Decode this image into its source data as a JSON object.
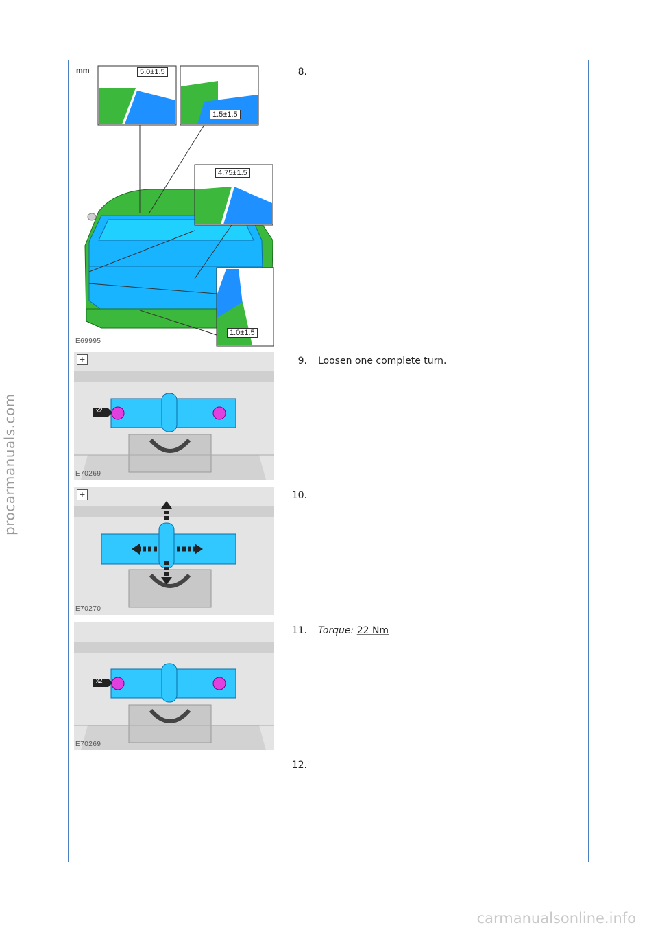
{
  "side_watermark": "procarmanuals.com",
  "bottom_watermark": "carmanualsonline.info",
  "figures": [
    {
      "code": "E69995",
      "unit_label": "mm",
      "callouts": [
        "5.0±1.5",
        "1.5±1.5",
        "4.75±1.5",
        "1.0±1.5"
      ]
    },
    {
      "code": "E70269",
      "multiplier": "x2"
    },
    {
      "code": "E70270"
    },
    {
      "code": "E70269",
      "multiplier": "x2"
    }
  ],
  "steps": [
    {
      "number": "8.",
      "text": ""
    },
    {
      "number": "9.",
      "text": "Loosen one complete turn."
    },
    {
      "number": "10.",
      "text": ""
    },
    {
      "number": "11.",
      "torque_label": "Torque:",
      "torque_value": "22 Nm"
    },
    {
      "number": "12.",
      "text": ""
    }
  ],
  "colors": {
    "rule": "#4a7fc0",
    "tailgate": "#14b8ff",
    "body": "#3cb93c",
    "bolt": "#e040e0",
    "bracket": "#30c8ff"
  }
}
